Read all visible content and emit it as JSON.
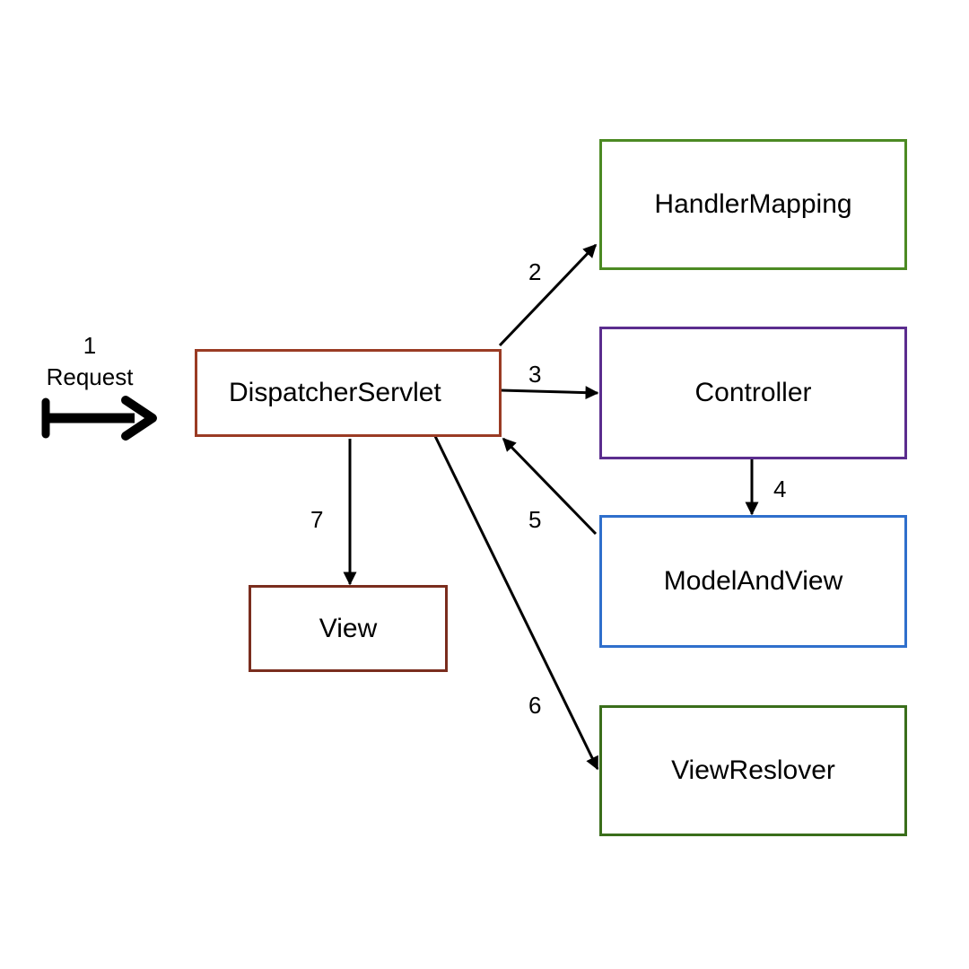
{
  "colors": {
    "dispatcher": "#9a3b24",
    "handler_mapping": "#4c8a23",
    "controller": "#5b2d8e",
    "model_and_view": "#2f6fcc",
    "view": "#7a2d1e",
    "view_resolver": "#3a6e1b",
    "arrow": "#000000"
  },
  "nodes": {
    "dispatcher": "DispatcherServlet",
    "handler_mapping": "HandlerMapping",
    "controller": "Controller",
    "model_and_view": "ModelAndView",
    "view": "View",
    "view_resolver": "ViewReslover"
  },
  "request": {
    "number": "1",
    "label": "Request"
  },
  "steps": {
    "s2": "2",
    "s3": "3",
    "s4": "4",
    "s5": "5",
    "s6": "6",
    "s7": "7"
  }
}
